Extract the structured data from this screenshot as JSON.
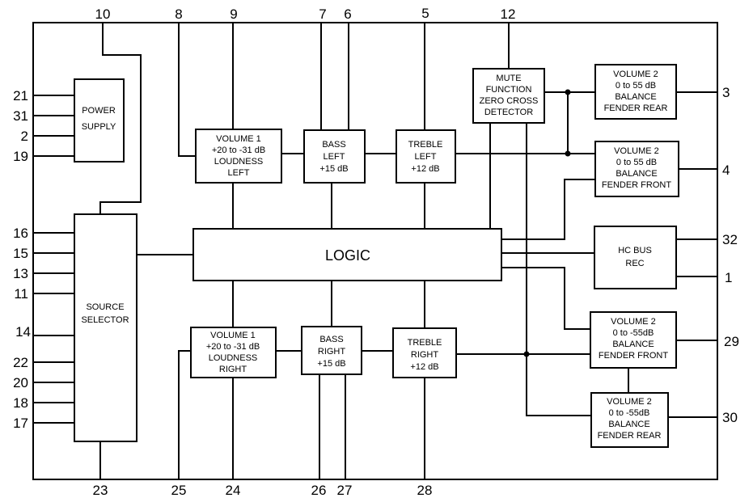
{
  "blocks": {
    "power_supply": [
      "POWER",
      "SUPPLY"
    ],
    "source_selector": [
      "SOURCE",
      "SELECTOR"
    ],
    "volume1_left": [
      "VOLUME 1",
      "+20 to -31 dB",
      "LOUDNESS",
      "LEFT"
    ],
    "bass_left": [
      "BASS",
      "LEFT",
      "+15 dB"
    ],
    "treble_left": [
      "TREBLE",
      "LEFT",
      "+12 dB"
    ],
    "mute": [
      "MUTE",
      "FUNCTION",
      "ZERO CROSS",
      "DETECTOR"
    ],
    "vol2_left_rear": [
      "VOLUME 2",
      "0 to 55 dB",
      "BALANCE",
      "FENDER REAR"
    ],
    "vol2_left_front": [
      "VOLUME 2",
      "0 to 55 dB",
      "BALANCE",
      "FENDER FRONT"
    ],
    "logic": [
      "LOGIC"
    ],
    "hc_bus": [
      "HC BUS",
      "REC"
    ],
    "volume1_right": [
      "VOLUME 1",
      "+20 to -31 dB",
      "LOUDNESS",
      "RIGHT"
    ],
    "bass_right": [
      "BASS",
      "RIGHT",
      "+15 dB"
    ],
    "treble_right": [
      "TREBLE",
      "RIGHT",
      "+12 dB"
    ],
    "vol2_right_front": [
      "VOLUME 2",
      "0 to -55dB",
      "BALANCE",
      "FENDER FRONT"
    ],
    "vol2_right_rear": [
      "VOLUME 2",
      "0 to -55dB",
      "BALANCE",
      "FENDER REAR"
    ]
  },
  "pins": {
    "top": [
      "10",
      "8",
      "9",
      "7",
      "6",
      "5",
      "12"
    ],
    "left": [
      "21",
      "31",
      "2",
      "19",
      "16",
      "15",
      "13",
      "11",
      "14",
      "22",
      "20",
      "18",
      "17"
    ],
    "right": [
      "3",
      "4",
      "32",
      "1",
      "29",
      "30"
    ],
    "bottom": [
      "23",
      "25",
      "24",
      "26",
      "27",
      "28"
    ]
  }
}
